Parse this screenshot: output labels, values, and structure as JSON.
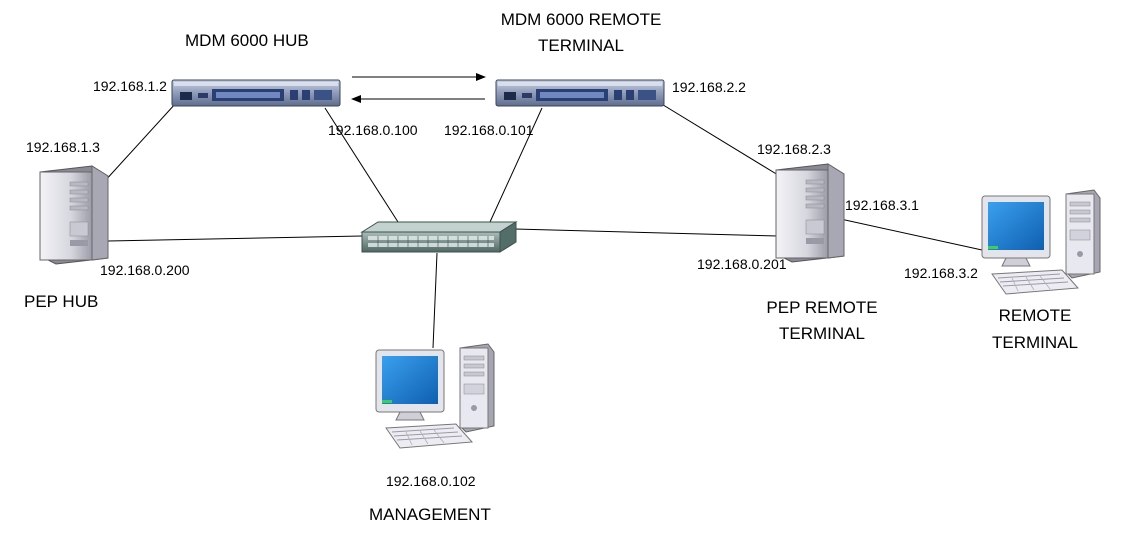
{
  "devices": {
    "mdm_hub": {
      "title": "MDM 6000 HUB",
      "ip_lan": "192.168.1.2",
      "ip_mgmt": "192.168.0.100"
    },
    "mdm_remote": {
      "title_line1": "MDM 6000 REMOTE",
      "title_line2": "TERMINAL",
      "ip_lan": "192.168.2.2",
      "ip_mgmt": "192.168.0.101"
    },
    "pep_hub": {
      "title": "PEP HUB",
      "ip_lan": "192.168.1.3",
      "ip_mgmt": "192.168.0.200"
    },
    "pep_remote": {
      "title_line1": "PEP REMOTE",
      "title_line2": "TERMINAL",
      "ip_lan": "192.168.2.3",
      "ip_wan": "192.168.3.1",
      "ip_mgmt": "192.168.0.201"
    },
    "remote_terminal": {
      "title_line1": "REMOTE",
      "title_line2": "TERMINAL",
      "ip": "192.168.3.2"
    },
    "management": {
      "title": "MANAGEMENT",
      "ip": "192.168.0.102"
    }
  },
  "colors": {
    "line": "#000000",
    "rack_body": "#9aa6bf",
    "rack_panel": "#2a3f73",
    "server_body": "#d9d9df",
    "switch_body": "#6f8a86",
    "screen": "#1a78c8",
    "case": "#e4e4ec"
  },
  "icons": [
    "rack-unit-icon",
    "server-tower-icon",
    "network-switch-icon",
    "desktop-computer-icon"
  ]
}
